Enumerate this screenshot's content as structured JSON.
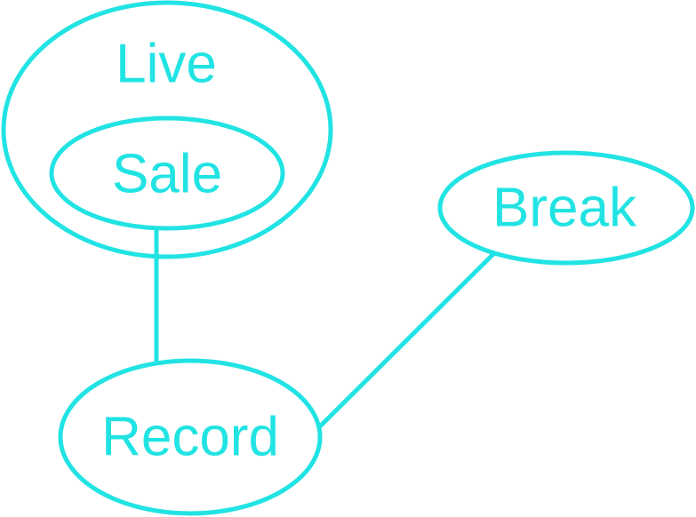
{
  "colors": {
    "stroke": "#22e3e3",
    "text": "#22e3e3",
    "background": "#ffffff"
  },
  "nodes": {
    "live": {
      "label": "Live"
    },
    "sale": {
      "label": "Sale"
    },
    "break": {
      "label": "Break"
    },
    "record": {
      "label": "Record"
    }
  },
  "edges": [
    {
      "from": "sale",
      "to": "record"
    },
    {
      "from": "break",
      "to": "record"
    }
  ]
}
